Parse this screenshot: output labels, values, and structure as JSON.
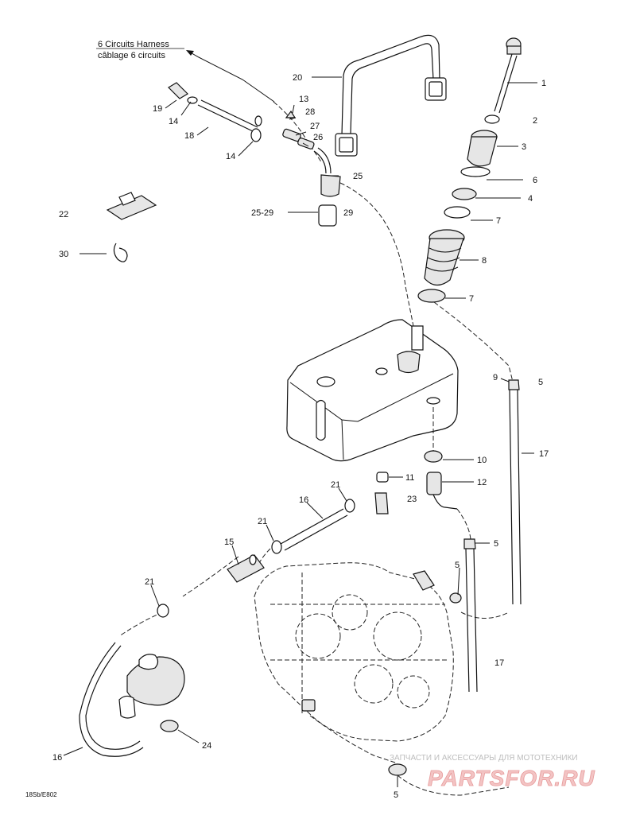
{
  "harness": {
    "line1": "6 Circuits Harness",
    "line2": "câblage 6 circuits"
  },
  "drawing_code": "18Sb/E802",
  "watermark": {
    "tagline": "ЗАПЧАСТИ И АКСЕССУАРЫ ДЛЯ МОТОТЕХНИКИ",
    "logo": "PARTSFOR.RU"
  },
  "callouts": [
    "1",
    "2",
    "3",
    "6",
    "4",
    "7",
    "8",
    "7",
    "20",
    "13",
    "28",
    "27",
    "26",
    "25",
    "19",
    "14",
    "18",
    "14",
    "25-29",
    "29",
    "22",
    "30",
    "9",
    "5",
    "17",
    "10",
    "11",
    "12",
    "23",
    "21",
    "16",
    "21",
    "15",
    "5",
    "5",
    "21",
    "17",
    "16",
    "24",
    "5"
  ]
}
